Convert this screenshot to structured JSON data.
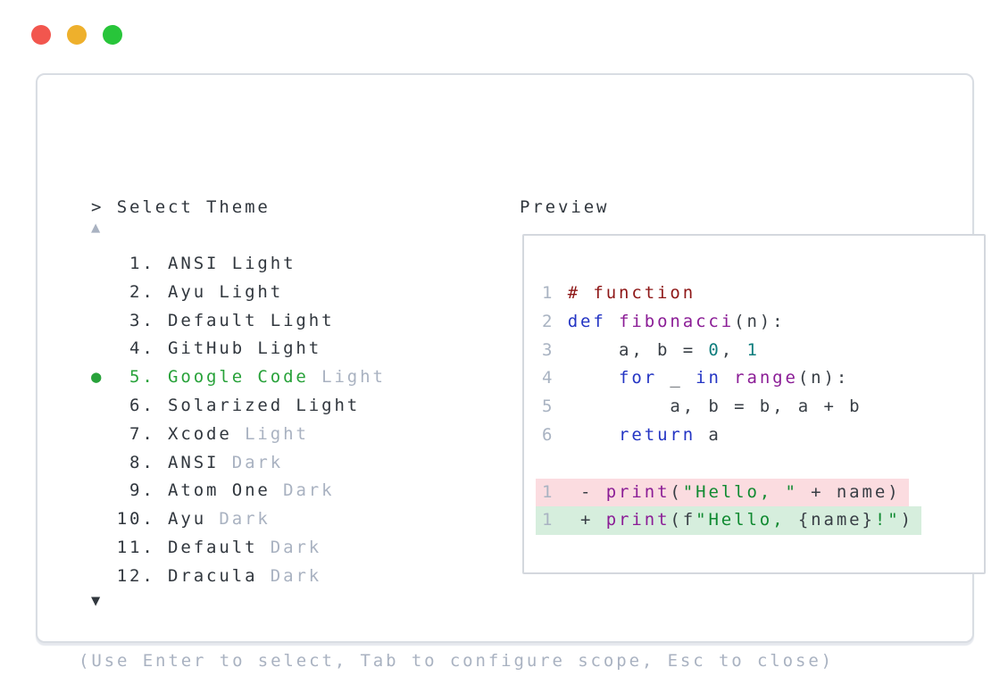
{
  "window": {
    "controls": [
      {
        "name": "close",
        "color": "#f2564e"
      },
      {
        "name": "minimize",
        "color": "#eeb02c"
      },
      {
        "name": "zoom",
        "color": "#28c53a"
      }
    ]
  },
  "dialog": {
    "prompt_symbol": ">",
    "title": "Select Theme",
    "scroll_up_symbol": "▲",
    "scroll_down_symbol": "▼",
    "selected_indicator": "●",
    "help_text": "(Use Enter to select, Tab to configure scope, Esc to close)"
  },
  "theme_list": [
    {
      "number": "1",
      "name": "ANSI Light",
      "suffix": "",
      "selected": false
    },
    {
      "number": "2",
      "name": "Ayu Light",
      "suffix": "",
      "selected": false
    },
    {
      "number": "3",
      "name": "Default Light",
      "suffix": "",
      "selected": false
    },
    {
      "number": "4",
      "name": "GitHub Light",
      "suffix": "",
      "selected": false
    },
    {
      "number": "5",
      "name": "Google Code",
      "suffix": "Light",
      "selected": true
    },
    {
      "number": "6",
      "name": "Solarized Light",
      "suffix": "",
      "selected": false
    },
    {
      "number": "7",
      "name": "Xcode",
      "suffix": "Light",
      "selected": false
    },
    {
      "number": "8",
      "name": "ANSI",
      "suffix": "Dark",
      "selected": false
    },
    {
      "number": "9",
      "name": "Atom One",
      "suffix": "Dark",
      "selected": false
    },
    {
      "number": "10",
      "name": "Ayu",
      "suffix": "Dark",
      "selected": false
    },
    {
      "number": "11",
      "name": "Default",
      "suffix": "Dark",
      "selected": false
    },
    {
      "number": "12",
      "name": "Dracula",
      "suffix": "Dark",
      "selected": false
    }
  ],
  "preview": {
    "label": "Preview",
    "code_lines": [
      {
        "num": "1",
        "tokens": [
          {
            "t": "# function",
            "c": "comment"
          }
        ]
      },
      {
        "num": "2",
        "tokens": [
          {
            "t": "def",
            "c": "keyword"
          },
          {
            "t": " ",
            "c": "plain"
          },
          {
            "t": "fibonacci",
            "c": "function"
          },
          {
            "t": "(n):",
            "c": "plain"
          }
        ]
      },
      {
        "num": "3",
        "tokens": [
          {
            "t": "    a, b = ",
            "c": "plain"
          },
          {
            "t": "0",
            "c": "number"
          },
          {
            "t": ", ",
            "c": "plain"
          },
          {
            "t": "1",
            "c": "number"
          }
        ]
      },
      {
        "num": "4",
        "tokens": [
          {
            "t": "    ",
            "c": "plain"
          },
          {
            "t": "for",
            "c": "keyword"
          },
          {
            "t": " _ ",
            "c": "plain"
          },
          {
            "t": "in",
            "c": "keyword"
          },
          {
            "t": " ",
            "c": "plain"
          },
          {
            "t": "range",
            "c": "function"
          },
          {
            "t": "(n):",
            "c": "plain"
          }
        ]
      },
      {
        "num": "5",
        "tokens": [
          {
            "t": "        a, b = b, a + b",
            "c": "plain"
          }
        ]
      },
      {
        "num": "6",
        "tokens": [
          {
            "t": "    ",
            "c": "plain"
          },
          {
            "t": "return",
            "c": "keyword"
          },
          {
            "t": " a",
            "c": "plain"
          }
        ]
      }
    ],
    "diff_lines": [
      {
        "num": "1",
        "kind": "deletion",
        "tokens": [
          {
            "t": " - ",
            "c": "plain"
          },
          {
            "t": "print",
            "c": "function"
          },
          {
            "t": "(",
            "c": "plain"
          },
          {
            "t": "\"Hello, \"",
            "c": "string"
          },
          {
            "t": " + name)",
            "c": "plain"
          }
        ]
      },
      {
        "num": "1",
        "kind": "addition",
        "tokens": [
          {
            "t": " + ",
            "c": "plain"
          },
          {
            "t": "print",
            "c": "function"
          },
          {
            "t": "(f",
            "c": "plain"
          },
          {
            "t": "\"Hello, ",
            "c": "string"
          },
          {
            "t": "{name}",
            "c": "plain"
          },
          {
            "t": "!\"",
            "c": "string"
          },
          {
            "t": ")",
            "c": "plain"
          }
        ]
      }
    ]
  },
  "colors": {
    "text": "#31373e",
    "muted": "#a9b2c1",
    "selected_green": "#28a23a",
    "panel_border": "#d9dde3",
    "preview_border": "#d4d8de",
    "comment": "#8e1717",
    "keyword": "#2435c4",
    "function": "#8b1d96",
    "string": "#108a31",
    "number": "#0e7d7d",
    "plain": "#383e45",
    "line_number": "#a9b3c2",
    "deletion_bg": "#fbdce0",
    "addition_bg": "#d6eedd"
  }
}
